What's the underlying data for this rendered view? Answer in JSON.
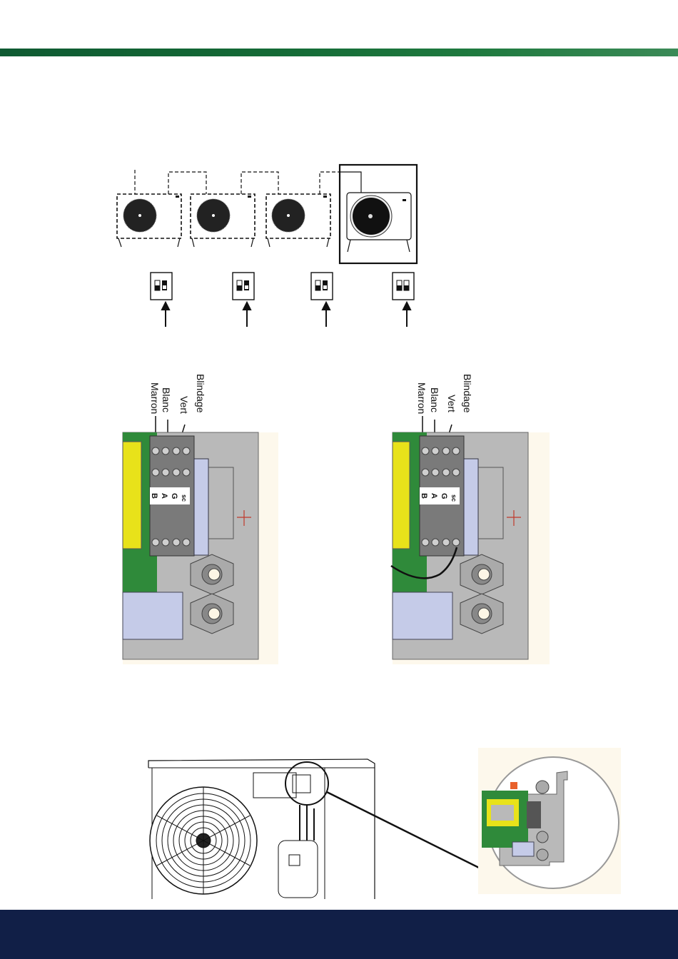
{
  "colors": {
    "header_bar": "#146a36",
    "footer_bar": "#111f47",
    "pcb_green": "#2f8a3a",
    "transformer_yellow": "#e8e21a",
    "housing_grey": "#b9b9b9",
    "module_blue": "#c5cbe8",
    "background_cream": "#fdf8ec"
  },
  "network_diagram": {
    "units": [
      {
        "role": "slave",
        "style": "dashed"
      },
      {
        "role": "slave",
        "style": "dashed"
      },
      {
        "role": "slave",
        "style": "dashed"
      },
      {
        "role": "master",
        "style": "solid"
      }
    ],
    "dip_switches": [
      {
        "switch_1": "on",
        "switch_2": "off"
      },
      {
        "switch_1": "on",
        "switch_2": "off"
      },
      {
        "switch_1": "on",
        "switch_2": "off"
      },
      {
        "switch_1": "on",
        "switch_2": "on"
      }
    ]
  },
  "terminal_left": {
    "wire_labels": [
      "Marron",
      "Blanc",
      "Vert",
      "Blindage"
    ],
    "terminal_marks": [
      "B",
      "A",
      "G",
      "sc"
    ]
  },
  "terminal_right": {
    "wire_labels": [
      "Marron",
      "Blanc",
      "Vert",
      "Blindage"
    ],
    "terminal_marks": [
      "B",
      "A",
      "G",
      "sc"
    ]
  }
}
